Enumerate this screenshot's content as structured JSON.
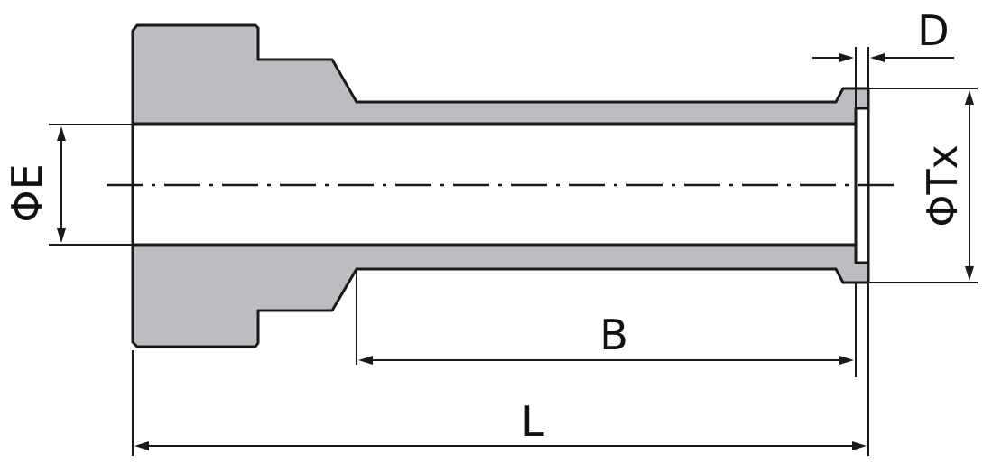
{
  "dimensions": {
    "E": {
      "label": "ΦE"
    },
    "Tx": {
      "label": "ΦTx"
    },
    "D": {
      "label": "D"
    },
    "B": {
      "label": "B"
    },
    "L": {
      "label": "L"
    }
  },
  "colors": {
    "material": "#bcbdc0",
    "outline": "#1a1a1a",
    "background": "#ffffff"
  }
}
